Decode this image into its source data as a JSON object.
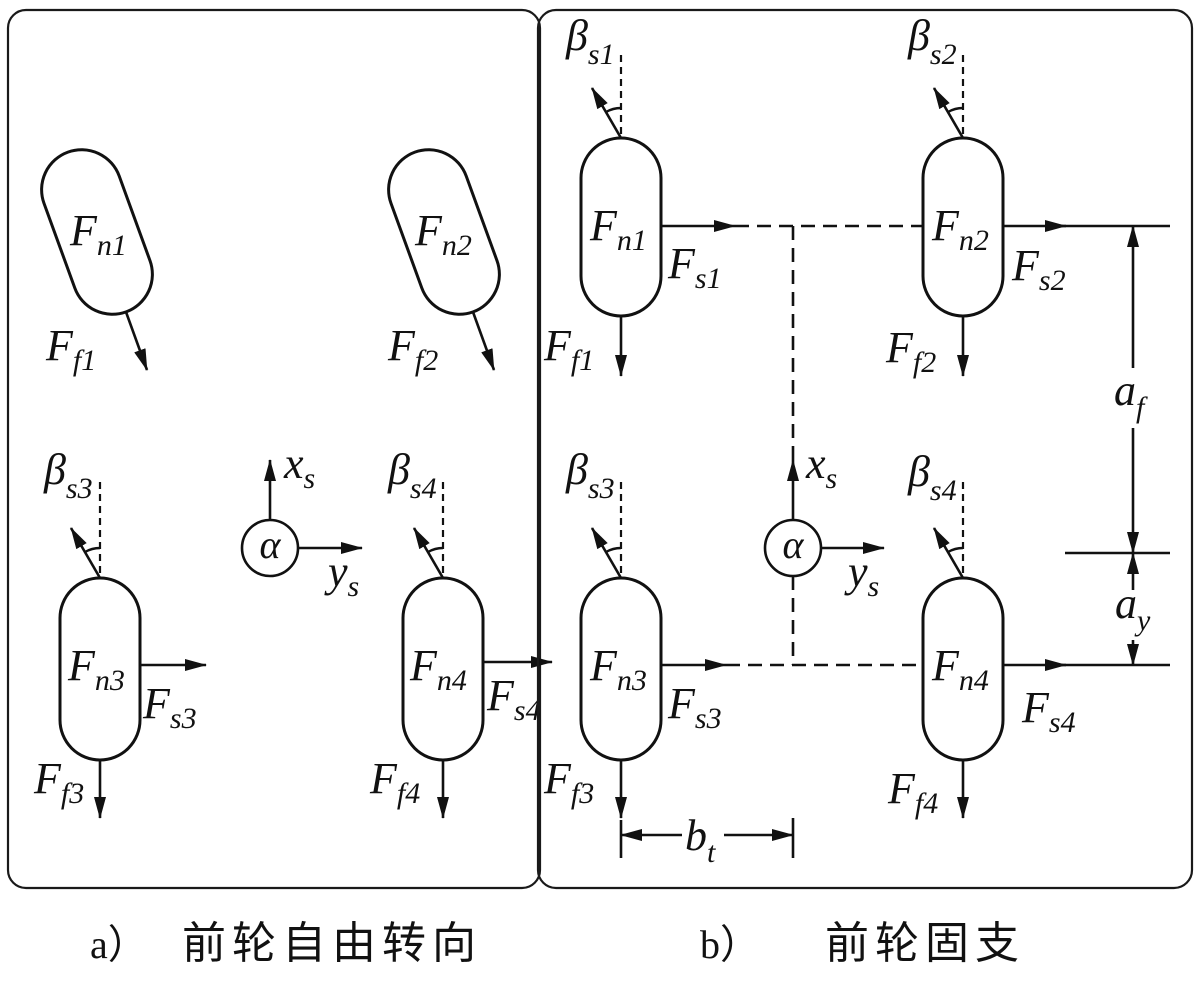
{
  "panel_a": {
    "caption": {
      "label": "a）",
      "title": "前轮自由转向"
    },
    "wheel_1": {
      "Fn": {
        "symbol": "F",
        "subscript": "n1"
      },
      "Ff": {
        "symbol": "F",
        "subscript": "f1"
      }
    },
    "wheel_2": {
      "Fn": {
        "symbol": "F",
        "subscript": "n2"
      },
      "Ff": {
        "symbol": "F",
        "subscript": "f2"
      }
    },
    "wheel_3": {
      "Fn": {
        "symbol": "F",
        "subscript": "n3"
      },
      "Ff": {
        "symbol": "F",
        "subscript": "f3"
      },
      "Fs": {
        "symbol": "F",
        "subscript": "s3"
      },
      "beta": {
        "symbol": "β",
        "subscript": "s3"
      }
    },
    "wheel_4": {
      "Fn": {
        "symbol": "F",
        "subscript": "n4"
      },
      "Ff": {
        "symbol": "F",
        "subscript": "f4"
      },
      "Fs": {
        "symbol": "F",
        "subscript": "s4"
      },
      "beta": {
        "symbol": "β",
        "subscript": "s4"
      }
    },
    "frame": {
      "center": "α",
      "x_axis": {
        "symbol": "x",
        "subscript": "s"
      },
      "y_axis": {
        "symbol": "y",
        "subscript": "s"
      }
    }
  },
  "panel_b": {
    "caption": {
      "label": "b）",
      "title": "前轮固支"
    },
    "wheel_1": {
      "Fn": {
        "symbol": "F",
        "subscript": "n1"
      },
      "Ff": {
        "symbol": "F",
        "subscript": "f1"
      },
      "Fs": {
        "symbol": "F",
        "subscript": "s1"
      },
      "beta": {
        "symbol": "β",
        "subscript": "s1"
      }
    },
    "wheel_2": {
      "Fn": {
        "symbol": "F",
        "subscript": "n2"
      },
      "Ff": {
        "symbol": "F",
        "subscript": "f2"
      },
      "Fs": {
        "symbol": "F",
        "subscript": "s2"
      },
      "beta": {
        "symbol": "β",
        "subscript": "s2"
      }
    },
    "wheel_3": {
      "Fn": {
        "symbol": "F",
        "subscript": "n3"
      },
      "Ff": {
        "symbol": "F",
        "subscript": "f3"
      },
      "Fs": {
        "symbol": "F",
        "subscript": "s3"
      },
      "beta": {
        "symbol": "β",
        "subscript": "s3"
      }
    },
    "wheel_4": {
      "Fn": {
        "symbol": "F",
        "subscript": "n4"
      },
      "Ff": {
        "symbol": "F",
        "subscript": "f4"
      },
      "Fs": {
        "symbol": "F",
        "subscript": "s4"
      },
      "beta": {
        "symbol": "β",
        "subscript": "s4"
      }
    },
    "frame": {
      "center": "α",
      "x_axis": {
        "symbol": "x",
        "subscript": "s"
      },
      "y_axis": {
        "symbol": "y",
        "subscript": "s"
      }
    },
    "dimensions": {
      "a_f": {
        "symbol": "a",
        "subscript": "f"
      },
      "a_y": {
        "symbol": "a",
        "subscript": "y"
      },
      "b_t": {
        "symbol": "b",
        "subscript": "t"
      }
    }
  }
}
